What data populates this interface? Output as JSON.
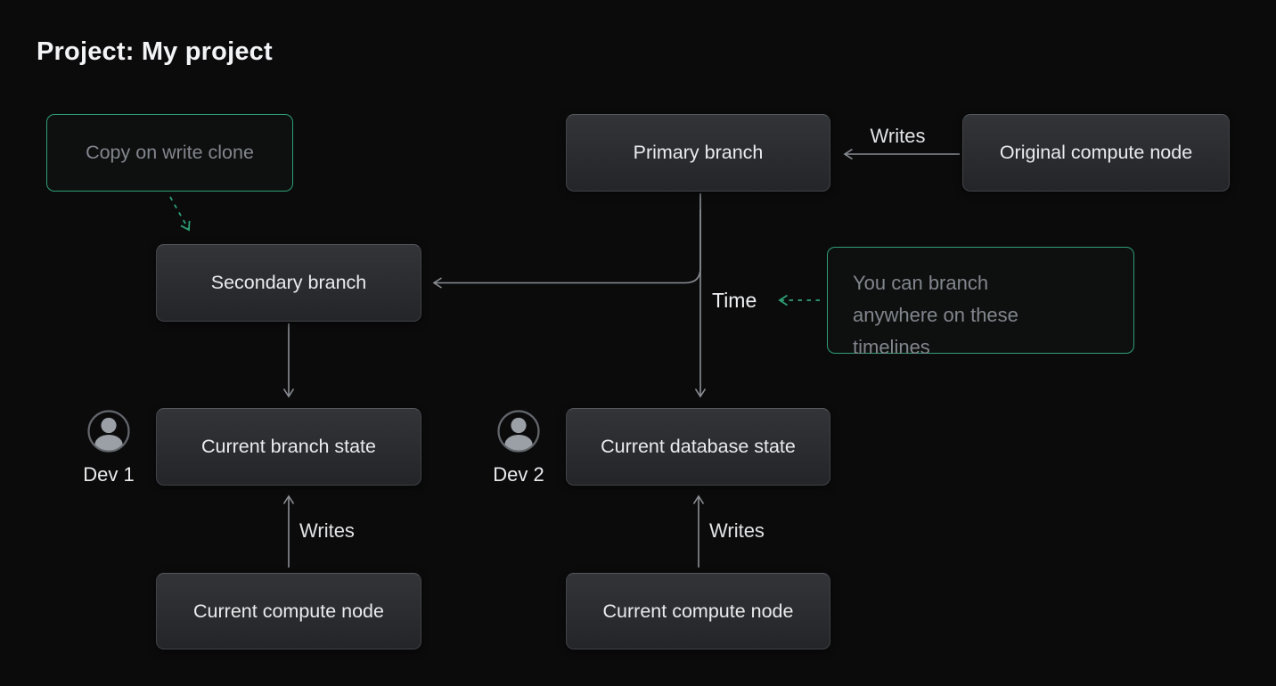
{
  "title": "Project: My project",
  "colors": {
    "background": "#0b0b0c",
    "accent_green": "#2f9f75",
    "connector": "#8a8e93",
    "node_text": "#eaebed",
    "muted_text": "#82868d"
  },
  "nodes": {
    "copy_on_write_clone": {
      "label": "Copy on write clone"
    },
    "primary_branch": {
      "label": "Primary branch"
    },
    "original_compute_node": {
      "label": "Original compute node"
    },
    "secondary_branch": {
      "label": "Secondary branch"
    },
    "branch_anywhere_note": {
      "label": "You can branch anywhere on these timelines"
    },
    "current_branch_state": {
      "label": "Current branch state"
    },
    "current_database_state": {
      "label": "Current database state"
    },
    "current_compute_node_left": {
      "label": "Current compute node"
    },
    "current_compute_node_right": {
      "label": "Current compute node"
    }
  },
  "edge_labels": {
    "writes_top": "Writes",
    "writes_left": "Writes",
    "writes_right": "Writes",
    "time": "Time"
  },
  "actors": {
    "dev1": {
      "label": "Dev 1",
      "icon": "user-icon"
    },
    "dev2": {
      "label": "Dev 2",
      "icon": "user-icon"
    }
  }
}
